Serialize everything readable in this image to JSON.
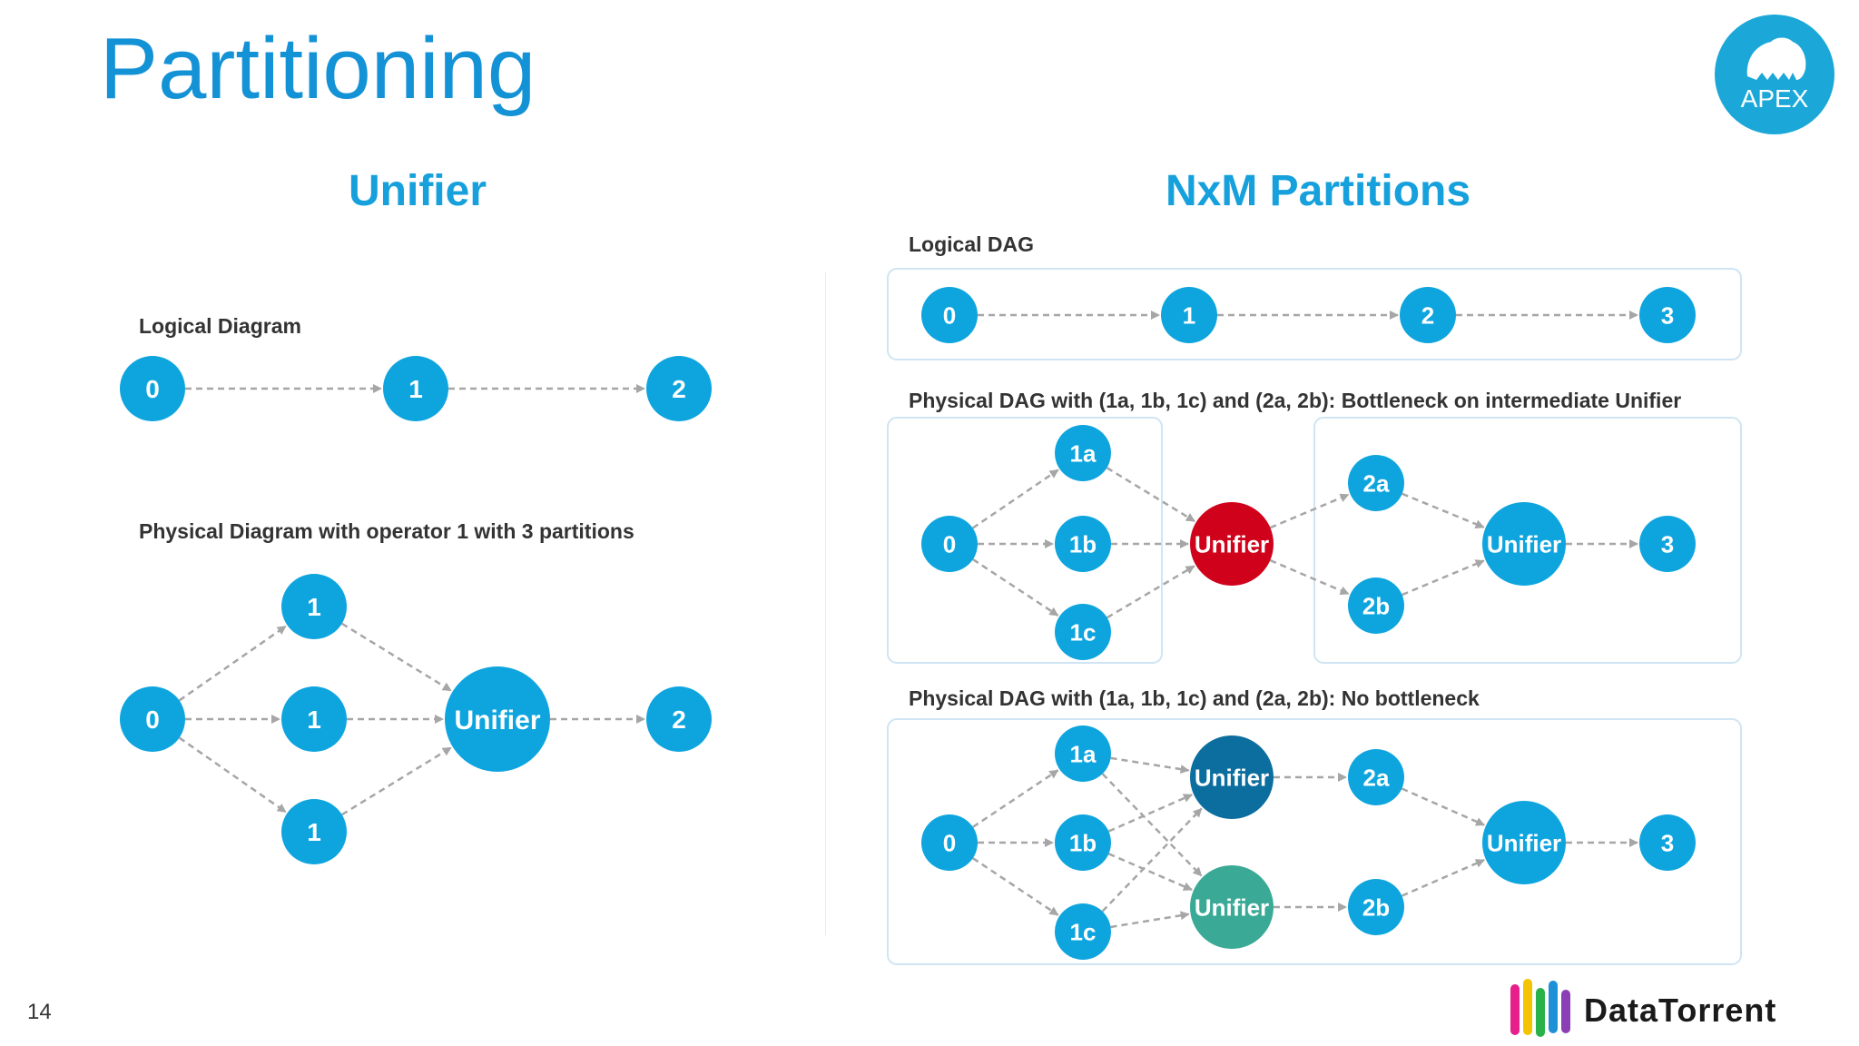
{
  "title": "Partitioning",
  "left": {
    "heading": "Unifier",
    "logical_caption": "Logical Diagram",
    "physical_caption": "Physical Diagram with operator 1 with 3 partitions",
    "logical_nodes": [
      "0",
      "1",
      "2"
    ],
    "physical_nodes": [
      "0",
      "1",
      "1",
      "1",
      "Unifier",
      "2"
    ]
  },
  "right": {
    "heading": "NxM Partitions",
    "logical_caption": "Logical DAG",
    "bottleneck_caption": "Physical DAG with (1a, 1b, 1c) and (2a, 2b): Bottleneck on intermediate Unifier",
    "no_bottleneck_caption": "Physical DAG with (1a, 1b, 1c) and (2a, 2b): No bottleneck",
    "logical_nodes": [
      "0",
      "1",
      "2",
      "3"
    ],
    "bottleneck_nodes": [
      "0",
      "1a",
      "1b",
      "1c",
      "Unifier",
      "2a",
      "2b",
      "Unifier",
      "3"
    ],
    "no_bottleneck_nodes": [
      "0",
      "1a",
      "1b",
      "1c",
      "Unifier",
      "Unifier",
      "2a",
      "2b",
      "Unifier",
      "3"
    ]
  },
  "colors": {
    "node": "#0ea5df",
    "bottleneck_unifier": "#d0021b",
    "unifier_dark": "#0b6e9e",
    "unifier_teal": "#3aaa96",
    "edge": "#a6a6a6",
    "panel_border": "#cfe5f3",
    "title": "#1492d6"
  },
  "footer": {
    "page_number": "14",
    "brand": "DataTorrent",
    "apex_logo_text": "APEX"
  }
}
